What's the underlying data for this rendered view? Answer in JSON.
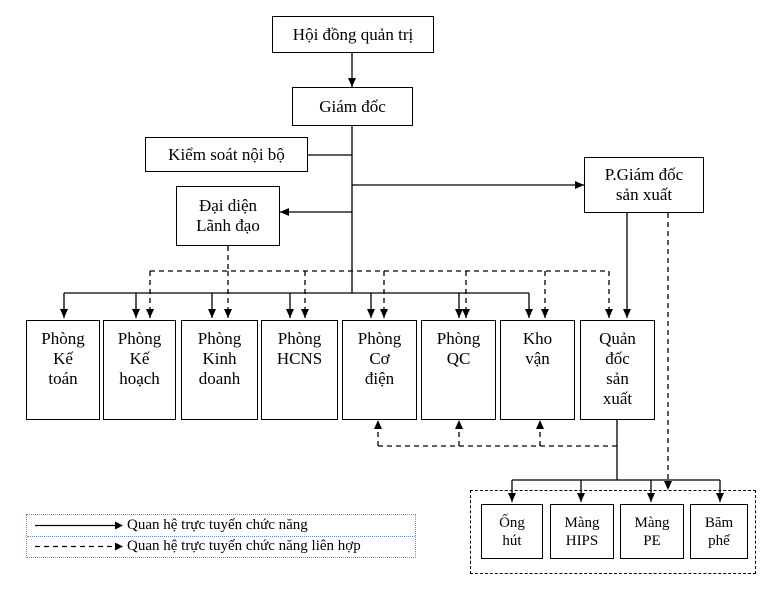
{
  "boxes": {
    "board": "Hội đồng quản trị",
    "director": "Giám đốc",
    "internal_control": "Kiểm soát nội bộ",
    "representative": [
      "Đại diện",
      "Lãnh đạo"
    ],
    "deputy_director": [
      "P.Giám đốc",
      "sản xuất"
    ],
    "accounting": [
      "Phòng",
      "Kế",
      "toán"
    ],
    "planning": [
      "Phòng",
      "Kế",
      "hoạch"
    ],
    "business": [
      "Phòng",
      "Kinh",
      "doanh"
    ],
    "hr": [
      "Phòng",
      "HCNS"
    ],
    "mechanical": [
      "Phòng",
      "Cơ",
      "điện"
    ],
    "qc": [
      "Phòng",
      "QC"
    ],
    "warehouse": [
      "Kho",
      "vận"
    ],
    "foreman": [
      "Quản",
      "đốc",
      "sản",
      "xuất"
    ],
    "straw": [
      "Ống",
      "hút"
    ],
    "hips": [
      "Màng",
      "HIPS"
    ],
    "pe": [
      "Màng",
      "PE"
    ],
    "crusher": [
      "Băm",
      "phế"
    ]
  },
  "legend": {
    "solid": "Quan hệ trực tuyến chức năng",
    "dashed": "Quan hệ trực tuyến chức năng liên hợp"
  }
}
